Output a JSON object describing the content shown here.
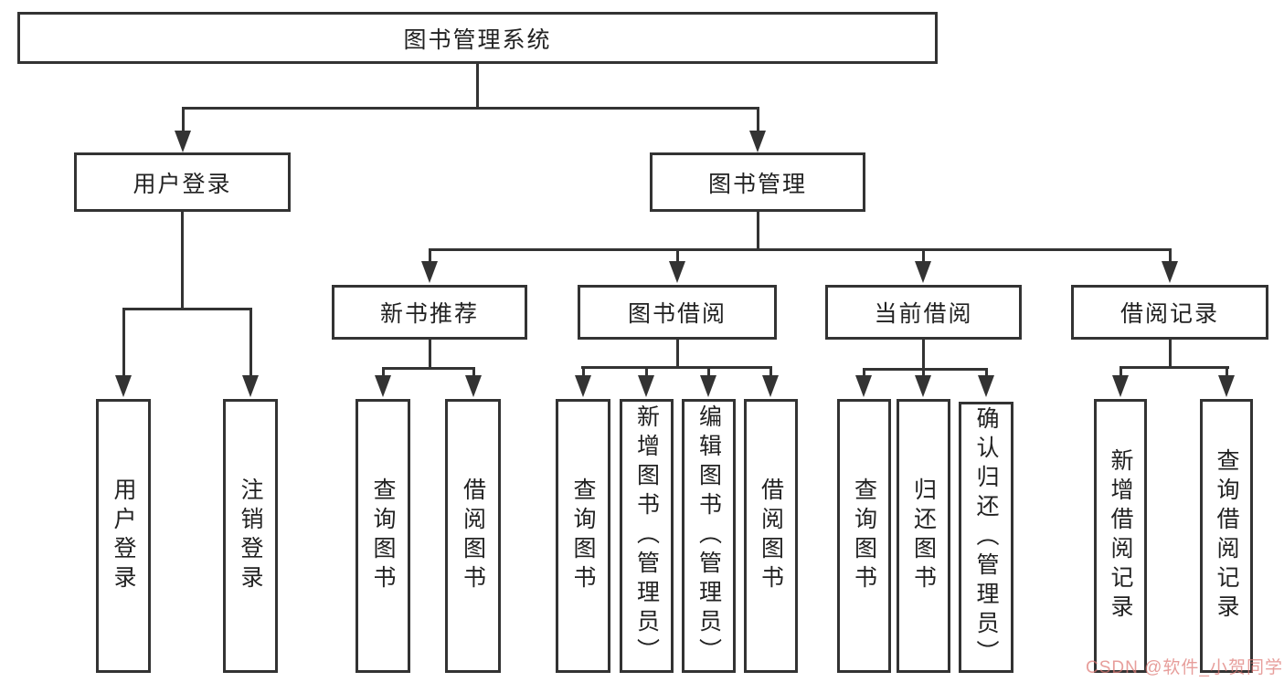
{
  "diagram": {
    "root": {
      "label": "图书管理系统"
    },
    "branches": [
      {
        "label": "用户登录",
        "children": [
          {
            "label": "用户登录"
          },
          {
            "label": "注销登录"
          }
        ]
      },
      {
        "label": "图书管理",
        "children": [
          {
            "label": "新书推荐",
            "children": [
              {
                "label": "查询图书"
              },
              {
                "label": "借阅图书"
              }
            ]
          },
          {
            "label": "图书借阅",
            "children": [
              {
                "label": "查询图书"
              },
              {
                "label": "新增图书（管理员）"
              },
              {
                "label": "编辑图书（管理员）"
              },
              {
                "label": "借阅图书"
              }
            ]
          },
          {
            "label": "当前借阅",
            "children": [
              {
                "label": "查询图书"
              },
              {
                "label": "归还图书"
              },
              {
                "label": "确认归还（管理员）"
              }
            ]
          },
          {
            "label": "借阅记录",
            "children": [
              {
                "label": "新增借阅记录"
              },
              {
                "label": "查询借阅记录"
              }
            ]
          }
        ]
      }
    ]
  },
  "watermark": {
    "text": "CSDN @软件_小贺同学",
    "color": "#de7874"
  },
  "colors": {
    "line": "#333333",
    "text": "#222222",
    "box_background": "#ffffff",
    "page_background": "#ffffff"
  }
}
